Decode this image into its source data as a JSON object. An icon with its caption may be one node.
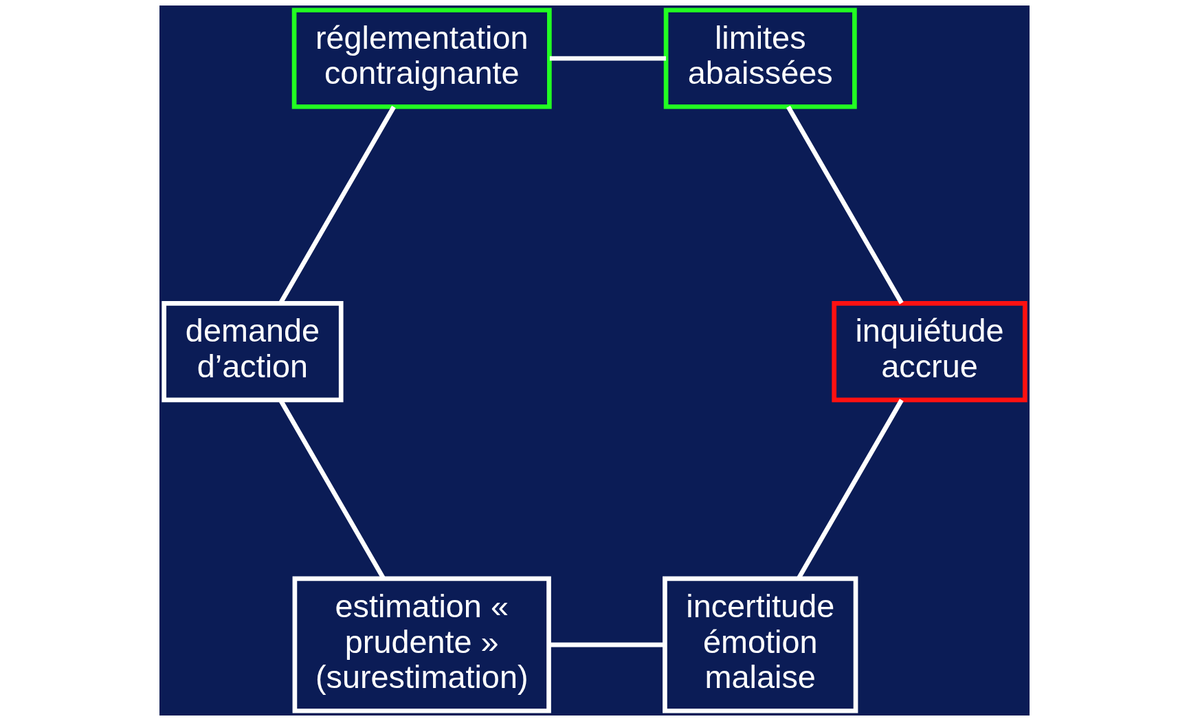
{
  "diagram": {
    "nodes": [
      {
        "text": [
          "incertitude émotion malaise"
        ]
      },
      {
        "text": [
          "estimation « prudente » (surestimation)"
        ]
      },
      {
        "text": [
          "demande d’action"
        ]
      },
      {
        "text": [
          "réglementation contraignante"
        ]
      },
      {
        "text": [
          "limites abaissées"
        ]
      },
      {
        "text": [
          "inquiétude accrue"
        ]
      }
    ],
    "edges": [
      {
        "from": 0,
        "to": 1,
        "arrow": "none"
      },
      {
        "from": 1,
        "to": 2,
        "arrow": "none"
      },
      {
        "from": 2,
        "to": 3,
        "arrow": "none"
      },
      {
        "from": 3,
        "to": 4,
        "arrow": "none"
      },
      {
        "from": 4,
        "to": 5,
        "arrow": "none"
      },
      {
        "from": 5,
        "to": 0,
        "arrow": "none"
      }
    ]
  }
}
